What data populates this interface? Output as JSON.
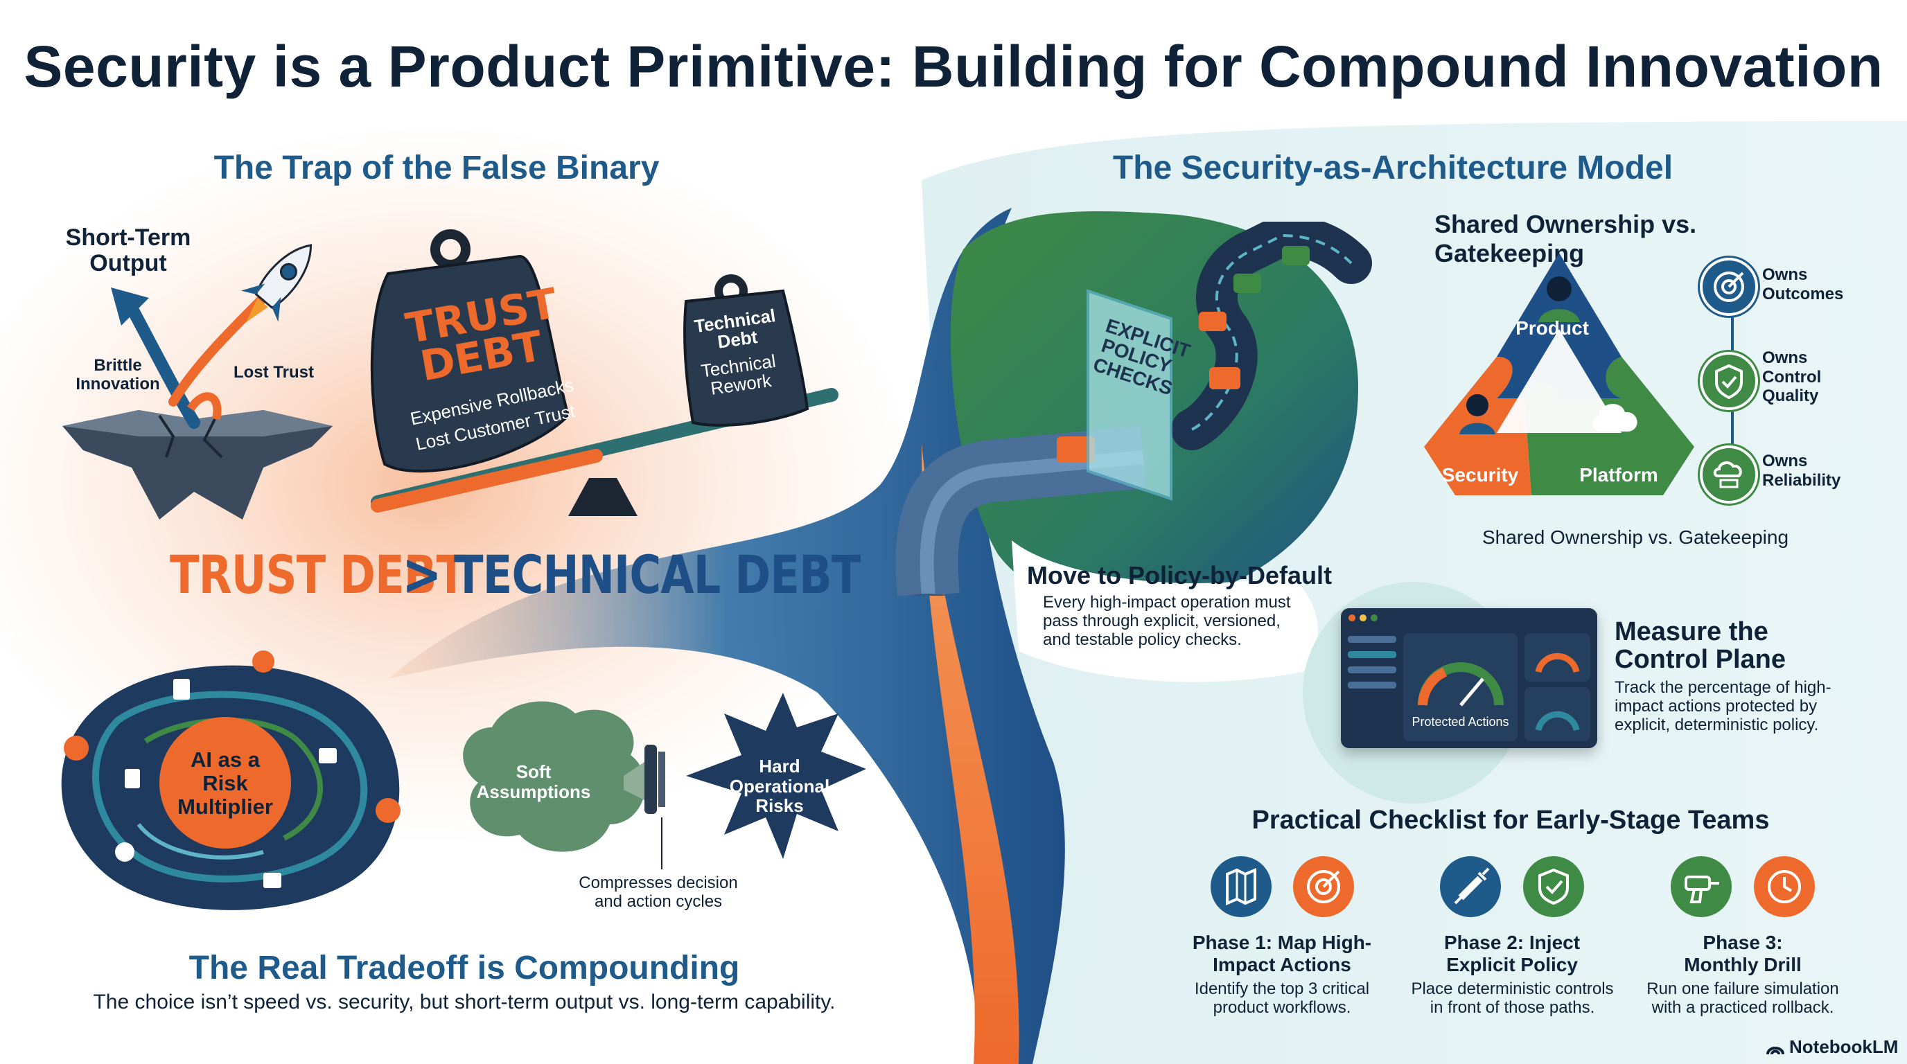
{
  "title": "Security is a Product Primitive: Building for Compound Innovation",
  "left": {
    "heading": "The Trap of the False Binary",
    "short_term_output": "Short-Term Output",
    "brittle_innovation": "Brittle Innovation",
    "lost_trust": "Lost Trust",
    "trust_debt_weight": {
      "title": "TRUST DEBT",
      "line1": "Expensive Rollbacks",
      "line2": "Lost Customer Trust"
    },
    "tech_debt_weight": {
      "title": "Technical Debt",
      "line1": "Technical Rework"
    },
    "comparison": {
      "left": "TRUST DEBT",
      "symbol": ">",
      "right": "TECHNICAL DEBT"
    },
    "ai_multiplier": "AI as a Risk Multiplier",
    "soft_assumptions": "Soft Assumptions",
    "hard_risks": "Hard Operational Risks",
    "compresses_caption": "Compresses decision and action cycles",
    "tradeoff_heading": "The Real Tradeoff is Compounding",
    "tradeoff_text": "The choice isn’t speed vs. security, but short-term output vs. long-term capability."
  },
  "right": {
    "heading": "The Security-as-Architecture Model",
    "policy_panel": "EXPLICIT POLICY CHECKS",
    "policy_heading": "Move to Policy-by-Default",
    "policy_text": "Every high-impact operation must pass through explicit, versioned, and testable policy checks.",
    "ownership_heading": "Shared Ownership vs. Gatekeeping",
    "ownership_caption": "Shared Ownership vs. Gatekeeping",
    "pieces": {
      "product": "Product",
      "security": "Security",
      "platform": "Platform"
    },
    "owns": [
      {
        "label": "Owns Outcomes",
        "icon": "target-icon"
      },
      {
        "label": "Owns Control Quality",
        "icon": "shield-check-icon"
      },
      {
        "label": "Owns Reliability",
        "icon": "cloud-server-icon"
      }
    ],
    "measure_heading": "Measure the Control Plane",
    "measure_text": "Track the percentage of high-impact actions protected by explicit, deterministic policy.",
    "dashboard_label": "Protected Actions",
    "checklist_heading": "Practical Checklist for Early-Stage Teams",
    "phases": [
      {
        "title": "Phase 1: Map High-Impact Actions",
        "text": "Identify the top 3 critical product workflows.",
        "icons": [
          "map-icon",
          "target-icon"
        ]
      },
      {
        "title": "Phase 2: Inject Explicit Policy",
        "text": "Place deterministic controls in front of those paths.",
        "icons": [
          "syringe-icon",
          "shield-check-icon"
        ]
      },
      {
        "title": "Phase 3: Monthly Drill",
        "text": "Run one failure simulation with a practiced rollback.",
        "icons": [
          "drill-icon",
          "clock-icon"
        ]
      }
    ]
  },
  "brand": "NotebookLM",
  "colors": {
    "navy": "#0f2238",
    "blue": "#1e5a8a",
    "orange": "#ee6a2c",
    "green": "#3f8a45",
    "teal": "#2f8aa0"
  }
}
